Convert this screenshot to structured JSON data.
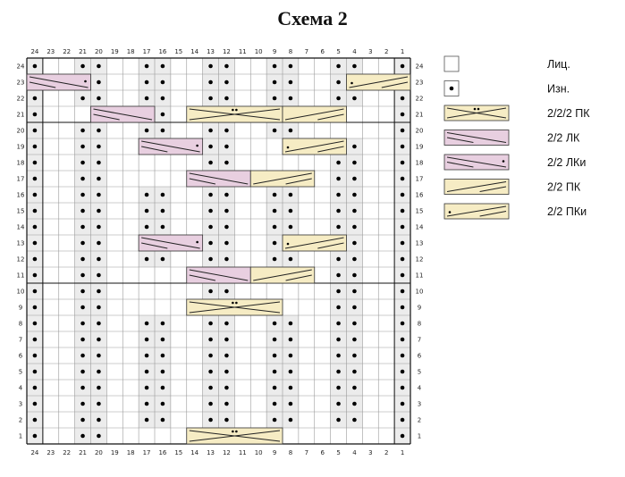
{
  "title": "Схема 2",
  "columns": [
    "24",
    "23",
    "22",
    "21",
    "20",
    "19",
    "18",
    "17",
    "16",
    "15",
    "14",
    "13",
    "12",
    "11",
    "10",
    "9",
    "8",
    "7",
    "6",
    "5",
    "4",
    "3",
    "2",
    "1"
  ],
  "rows": [
    "24",
    "23",
    "22",
    "21",
    "20",
    "19",
    "18",
    "17",
    "16",
    "15",
    "14",
    "13",
    "12",
    "11",
    "10",
    "9",
    "8",
    "7",
    "6",
    "5",
    "4",
    "3",
    "2",
    "1"
  ],
  "colors": {
    "purl_bg": "#ececec",
    "pink": "#e8cfe0",
    "yellow": "#f6ecc4",
    "grid": "#999999",
    "heavy": "#111111"
  },
  "purl_columns": [
    {
      "from": 24,
      "to": 1,
      "cols": [
        1,
        24
      ]
    },
    {
      "from": 20,
      "to": 1,
      "cols": [
        20,
        21
      ]
    },
    {
      "from": 19,
      "to": 2,
      "cols": [
        4,
        5
      ]
    },
    {
      "from": 24,
      "to": 22,
      "cols": [
        4,
        5
      ]
    },
    {
      "from": 24,
      "to": 20,
      "cols": [
        8,
        9
      ]
    },
    {
      "from": 24,
      "to": 20,
      "cols": [
        16,
        17
      ]
    },
    {
      "from": 24,
      "to": 22,
      "cols": [
        20,
        21
      ]
    },
    {
      "from": 16,
      "to": 12,
      "cols": [
        8,
        9
      ]
    },
    {
      "from": 16,
      "to": 12,
      "cols": [
        16,
        17
      ]
    },
    {
      "from": 8,
      "to": 2,
      "cols": [
        8,
        9
      ]
    },
    {
      "from": 8,
      "to": 2,
      "cols": [
        16,
        17
      ]
    },
    {
      "from": 24,
      "to": 22,
      "cols": [
        12,
        13
      ]
    },
    {
      "from": 20,
      "to": 2,
      "cols": [
        12,
        13
      ]
    }
  ],
  "cables": [
    {
      "row": 23,
      "cols": [
        21,
        24
      ],
      "type": "2/2 ЛКи"
    },
    {
      "row": 23,
      "cols": [
        1,
        4
      ],
      "type": "2/2 ПКи"
    },
    {
      "row": 21,
      "cols": [
        17,
        20
      ],
      "type": "2/2 ЛК"
    },
    {
      "row": 21,
      "cols": [
        9,
        14
      ],
      "type": "2/2/2 ПК"
    },
    {
      "row": 21,
      "cols": [
        5,
        8
      ],
      "type": "2/2 ПК"
    },
    {
      "row": 19,
      "cols": [
        14,
        17
      ],
      "type": "2/2 ЛКи"
    },
    {
      "row": 19,
      "cols": [
        5,
        8
      ],
      "type": "2/2 ПКи"
    },
    {
      "row": 17,
      "cols": [
        11,
        14
      ],
      "type": "2/2 ЛК"
    },
    {
      "row": 17,
      "cols": [
        7,
        10
      ],
      "type": "2/2 ПК"
    },
    {
      "row": 13,
      "cols": [
        14,
        17
      ],
      "type": "2/2 ЛКи"
    },
    {
      "row": 13,
      "cols": [
        5,
        8
      ],
      "type": "2/2 ПКи"
    },
    {
      "row": 11,
      "cols": [
        11,
        14
      ],
      "type": "2/2 ЛК"
    },
    {
      "row": 11,
      "cols": [
        7,
        10
      ],
      "type": "2/2 ПК"
    },
    {
      "row": 9,
      "cols": [
        9,
        14
      ],
      "type": "2/2/2 ПК"
    },
    {
      "row": 1,
      "cols": [
        9,
        14
      ],
      "type": "2/2/2 ПК"
    }
  ],
  "legend": [
    {
      "symbol": "knit",
      "label": "Лиц."
    },
    {
      "symbol": "purl",
      "label": "Изн."
    },
    {
      "symbol": "2/2/2 ПК",
      "label": "2/2/2 ПК"
    },
    {
      "symbol": "2/2 ЛК",
      "label": "2/2 ЛК"
    },
    {
      "symbol": "2/2 ЛКи",
      "label": "2/2 ЛКи"
    },
    {
      "symbol": "2/2 ПК",
      "label": "2/2 ПК"
    },
    {
      "symbol": "2/2 ПКи",
      "label": "2/2 ПКи"
    }
  ]
}
